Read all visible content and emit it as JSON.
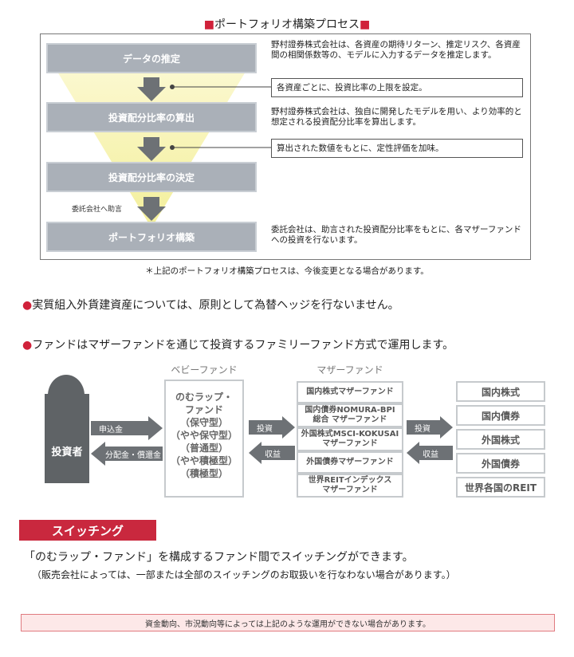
{
  "process": {
    "title": "ポートフォリオ構築プロセス",
    "title_marker": "■",
    "steps": [
      "データの推定",
      "投資配分比率の算出",
      "投資配分比率の決定",
      "ポートフォリオ構築"
    ],
    "descriptions": [
      "野村證券株式会社は、各資産の期待リターン、推定リスク、各資産間の相関係数等の、モデルに入力するデータを推定します。",
      "野村證券株式会社は、独自に開発したモデルを用い、より効率的と想定される投資配分比率を算出します。",
      "委託会社は、助言された投資配分比率をもとに、各マザーファンドへの投資を行ないます。"
    ],
    "notes": [
      "各資産ごとに、投資比率の上限を設定。",
      "算出された数値をもとに、定性評価を加味。"
    ],
    "advice_label": "委託会社へ助言",
    "caption": "＊上記のポートフォリオ構築プロセスは、今後変更となる場合があります。"
  },
  "bullets": [
    "実質組入外貨建資産については、原則として為替ヘッジを行ないません。",
    "ファンドはマザーファンドを通じて投資するファミリーファンド方式で運用します。"
  ],
  "structure": {
    "baby_header": "ベビーファンド",
    "mother_header": "マザーファンド",
    "investor": "投資者",
    "apply": "申込金",
    "distribution": "分配金・償還金",
    "invest": "投資",
    "profit": "収益",
    "baby_fund": [
      "のむラップ・",
      "ファンド",
      "（保守型）",
      "（やや保守型）",
      "（普通型）",
      "（やや積極型）",
      "（積極型）"
    ],
    "mother_funds": [
      [
        "国内株式マザーファンド"
      ],
      [
        "国内債券NOMURA-BPI",
        "総合 マザーファンド"
      ],
      [
        "外国株式MSCI-KOKUSAI",
        "マザーファンド"
      ],
      [
        "外国債券マザーファンド"
      ],
      [
        "世界REITインデックス",
        "マザーファンド"
      ]
    ],
    "assets": [
      "国内株式",
      "国内債券",
      "外国株式",
      "外国債券",
      "世界各国のREIT"
    ]
  },
  "switching": {
    "header": "スイッチング",
    "line": "「のむラップ・ファンド」を構成するファンド間でスイッチングができます。",
    "note": "（販売会社によっては、一部または全部のスイッチングのお取扱いを行なわない場合があります。）"
  },
  "footer": "資金動向、市況動向等によっては上記のような運用ができない場合があります。",
  "colors": {
    "accent": "#d0213a",
    "step_grey": "#aab0b8",
    "funnel_yellow": "#f7f3b0",
    "arrow_grey": "#6d7175"
  }
}
